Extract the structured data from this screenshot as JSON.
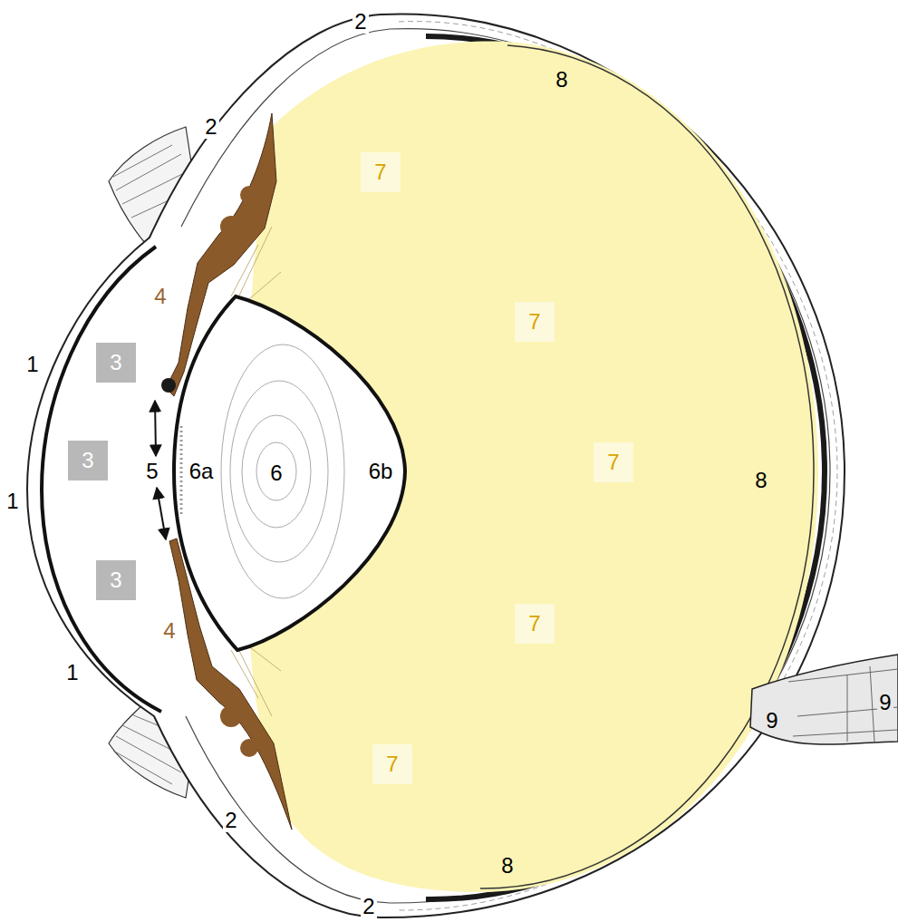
{
  "diagram": {
    "nodes": [
      {
        "text": [
          "7"
        ]
      },
      {
        "text": [
          "7"
        ]
      },
      {
        "text": [
          "3"
        ]
      },
      {
        "text": [
          "3"
        ]
      },
      {
        "text": [
          "7"
        ]
      },
      {
        "text": [
          "3"
        ]
      },
      {
        "text": [
          "7"
        ]
      },
      {
        "text": [
          "7"
        ]
      }
    ],
    "labels": [
      "2",
      "8",
      "2",
      "4",
      "1",
      "5",
      "6a",
      "6",
      "6b",
      "8",
      "1",
      "4",
      "1",
      "9",
      "9",
      "2",
      "8",
      "2"
    ]
  }
}
